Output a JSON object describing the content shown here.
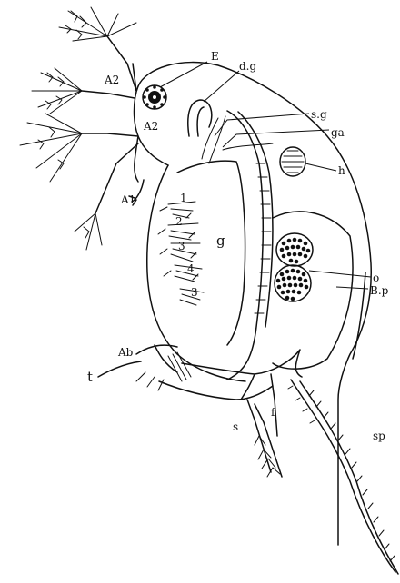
{
  "labels": {
    "E": "E",
    "dg": "d.g",
    "A2_upper": "A2",
    "A2_lower": "A2",
    "sg": "s.g",
    "ga": "ga",
    "h": "h",
    "A1": "A1",
    "n1": "1",
    "n2": "2",
    "n3a": "3",
    "n4": "4",
    "n3b": "3",
    "g": "g",
    "o": "o",
    "Bp": "B.p",
    "Ab": "Ab",
    "t": "t",
    "f": "f",
    "s": "s",
    "sp": "sp"
  }
}
